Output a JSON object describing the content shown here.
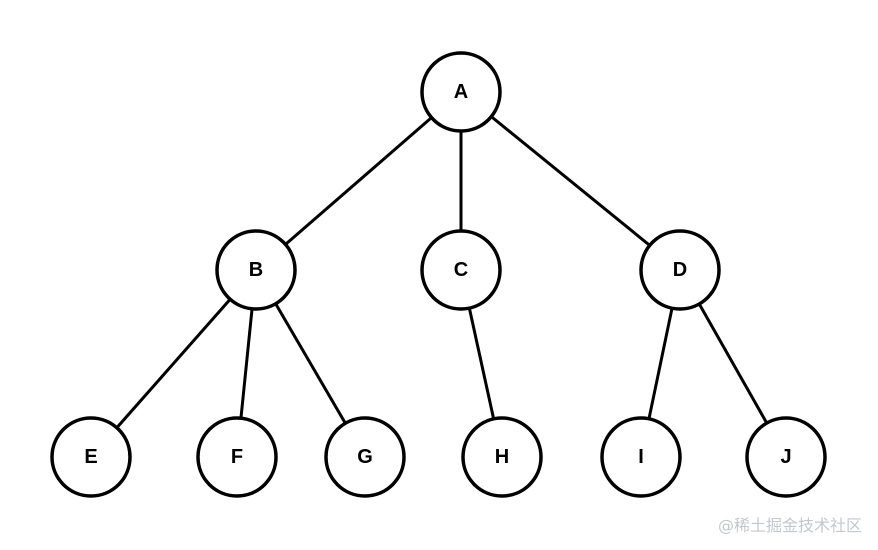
{
  "diagram": {
    "nodes": [
      {
        "id": "A",
        "label": "A"
      },
      {
        "id": "B",
        "label": "B"
      },
      {
        "id": "C",
        "label": "C"
      },
      {
        "id": "D",
        "label": "D"
      },
      {
        "id": "E",
        "label": "E"
      },
      {
        "id": "F",
        "label": "F"
      },
      {
        "id": "G",
        "label": "G"
      },
      {
        "id": "H",
        "label": "H"
      },
      {
        "id": "I",
        "label": "I"
      },
      {
        "id": "J",
        "label": "J"
      }
    ],
    "edges": [
      {
        "from": "A",
        "to": "B"
      },
      {
        "from": "A",
        "to": "C"
      },
      {
        "from": "A",
        "to": "D"
      },
      {
        "from": "B",
        "to": "E"
      },
      {
        "from": "B",
        "to": "F"
      },
      {
        "from": "B",
        "to": "G"
      },
      {
        "from": "C",
        "to": "H"
      },
      {
        "from": "D",
        "to": "I"
      },
      {
        "from": "D",
        "to": "J"
      }
    ]
  },
  "watermark": "@稀土掘金技术社区"
}
